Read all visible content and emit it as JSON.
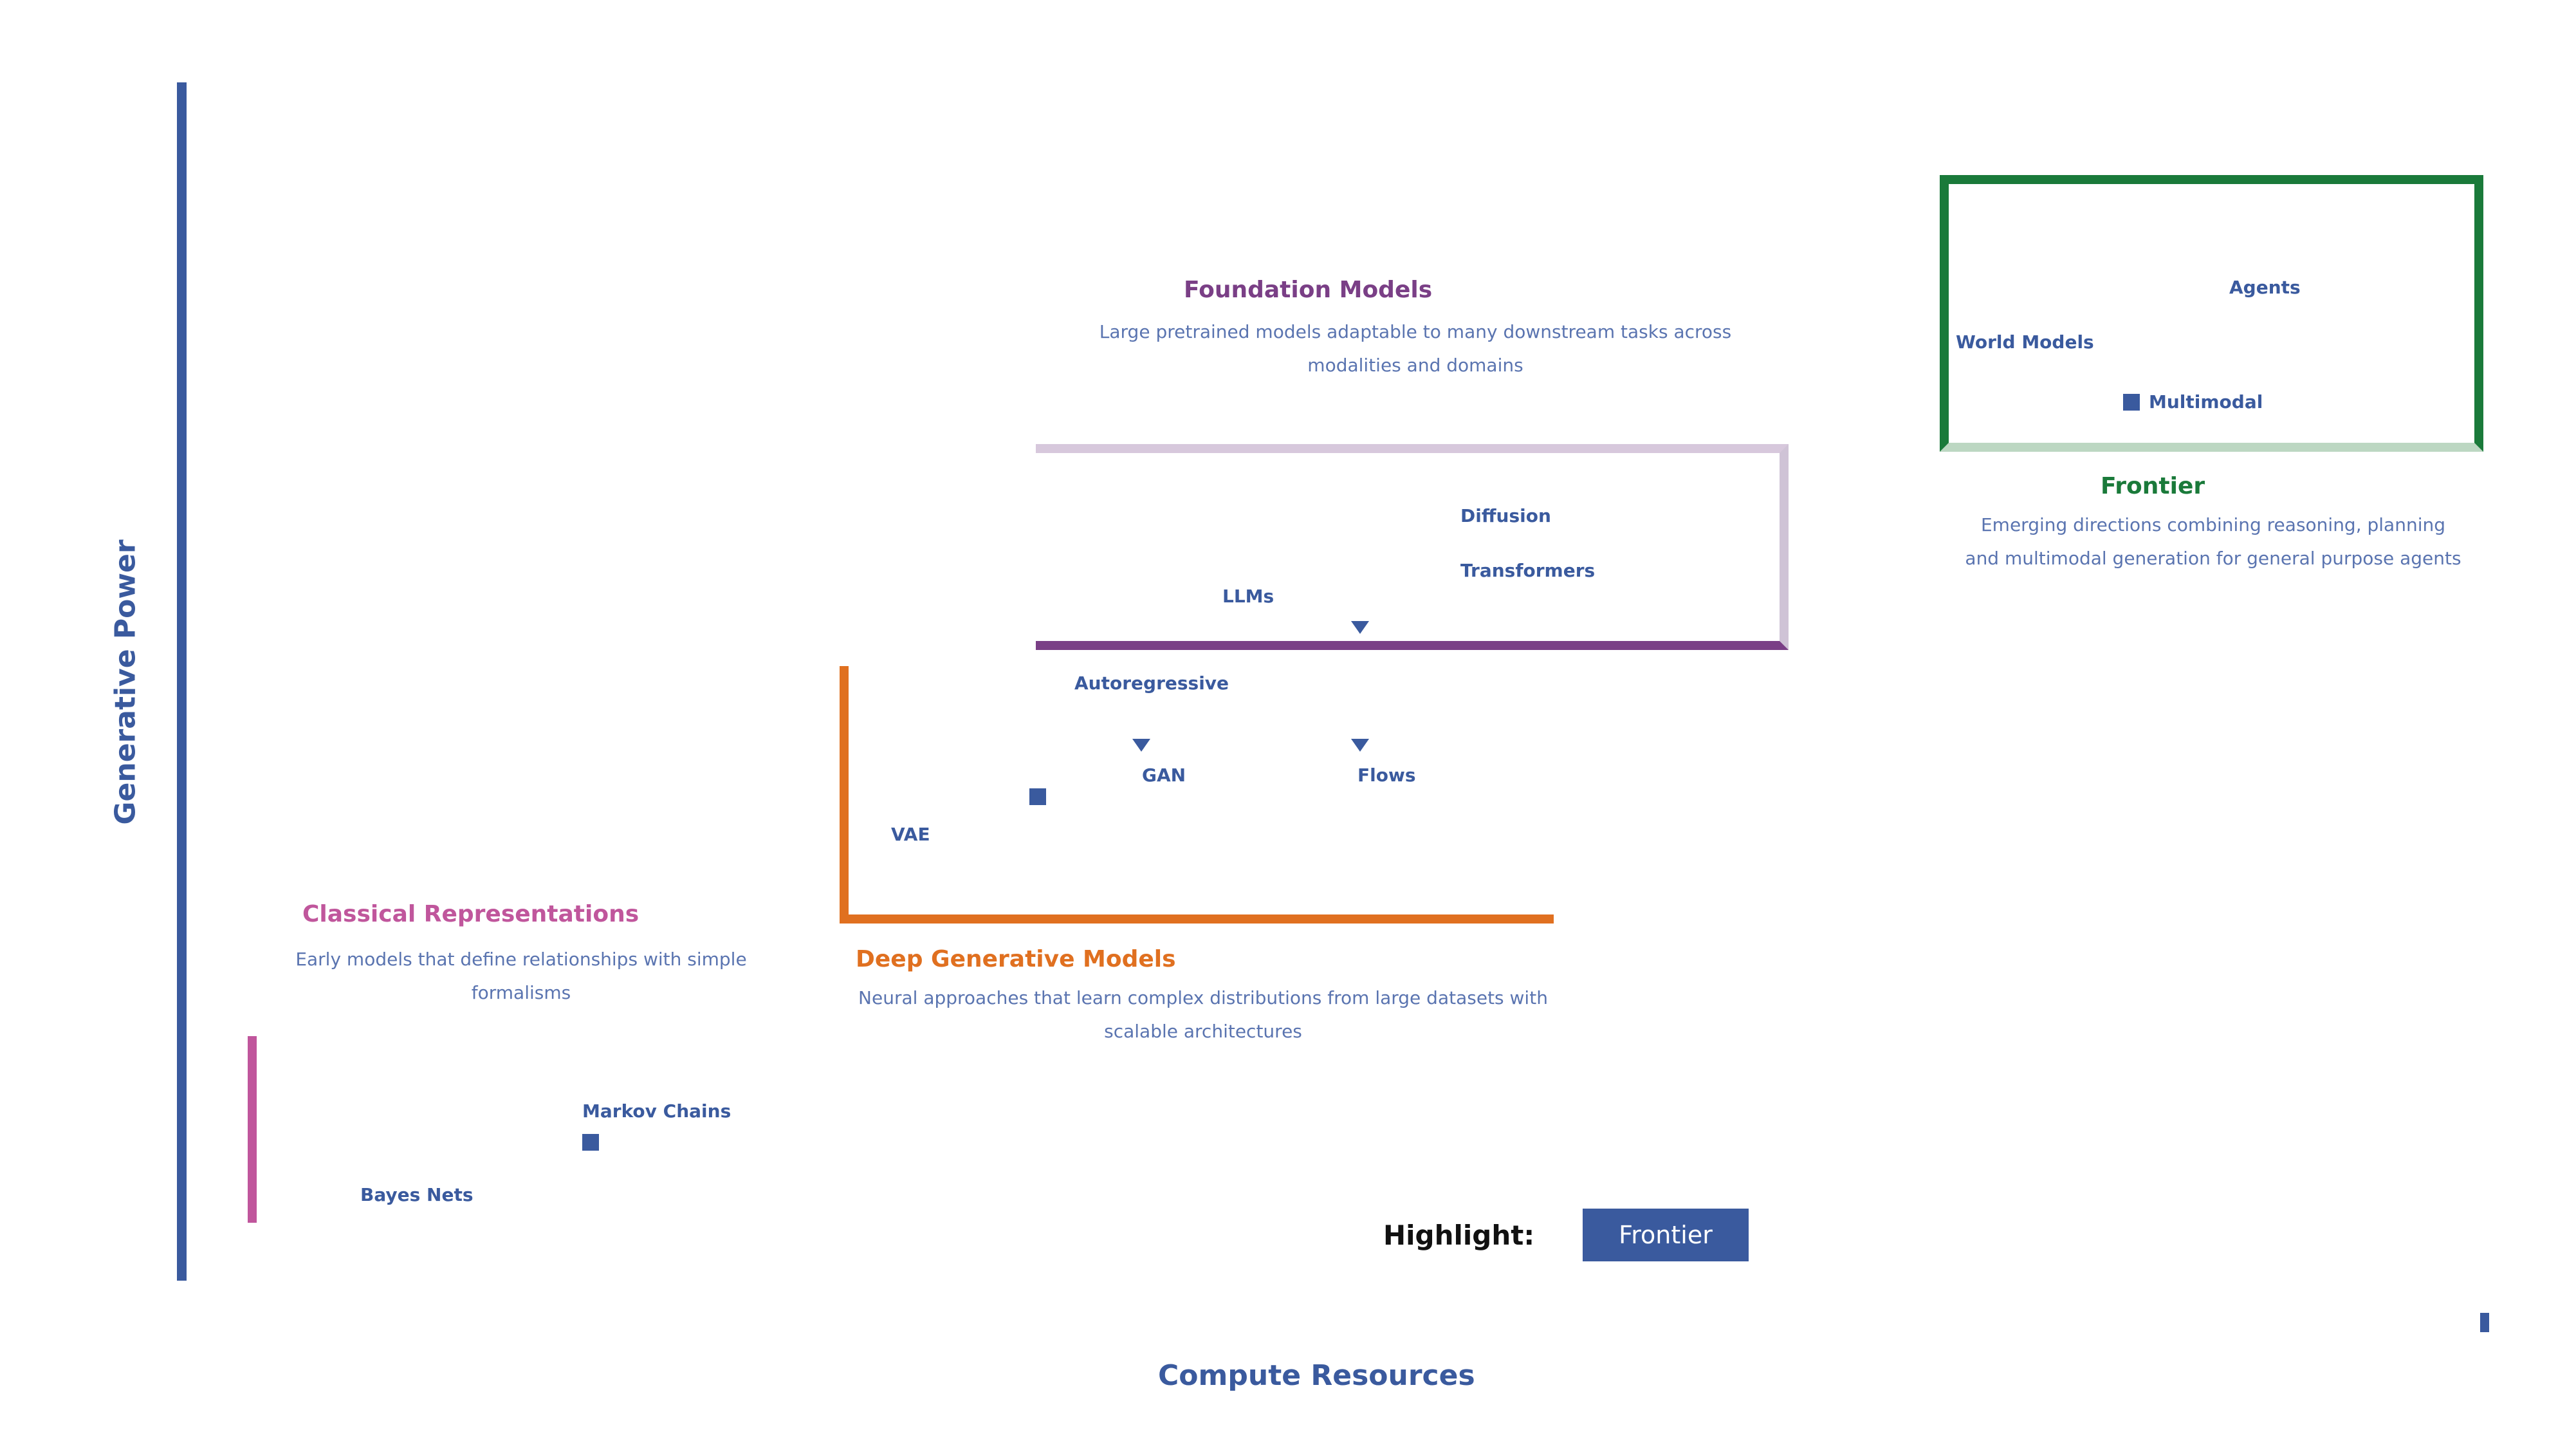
{
  "diagram": {
    "y_axis_label": "Generative Power",
    "x_axis_label": "Compute Resources"
  },
  "groups": {
    "pink": {
      "color": "#c0569c",
      "heading": "Classical Representations",
      "description": "Early models that define relationships with simple formalisms",
      "items": [
        {
          "label": "Bayes Nets"
        },
        {
          "label": "Markov Chains"
        }
      ]
    },
    "orange": {
      "color": "#e07020",
      "heading": "Deep Generative Models",
      "description": "Neural approaches that learn complex distributions from large datasets with scalable architectures",
      "items": [
        {
          "label": "VAE"
        },
        {
          "label": "GAN"
        },
        {
          "label": "Flows"
        },
        {
          "label": "Autoregressive"
        }
      ]
    },
    "purple": {
      "color": "#7a3f86",
      "heading": "Foundation Models",
      "description": "Large pretrained models adaptable to many downstream tasks across modalities and domains",
      "items": [
        {
          "label": "Diffusion"
        },
        {
          "label": "Transformers"
        },
        {
          "label": "LLMs"
        }
      ]
    },
    "green": {
      "color": "#1a7a3a",
      "heading": "Frontier",
      "description": "Emerging directions combining reasoning, planning and multimodal generation for general purpose agents",
      "items": [
        {
          "label": "Agents"
        },
        {
          "label": "World Models"
        },
        {
          "label": "Multimodal"
        }
      ]
    }
  },
  "control": {
    "label": "Highlight:",
    "button": "Frontier"
  }
}
